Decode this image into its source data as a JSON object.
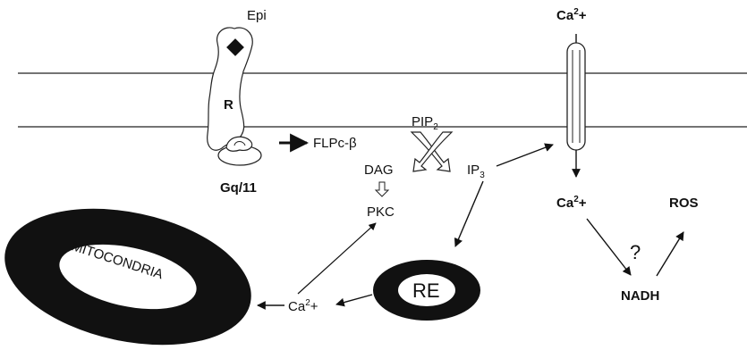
{
  "labels": {
    "epi": "Epi",
    "receptor": "R",
    "g_protein": "Gq/11",
    "flpc": "FLPc-β",
    "pip": "PIP",
    "pip_sub": "2",
    "dag": "DAG",
    "ip": "IP",
    "ip_sub": "3",
    "pkc": "PKC",
    "ca_top_base": "Ca",
    "ca_top_sup": "2",
    "ca_top_tail": "+",
    "ca_mid_base": "Ca",
    "ca_mid_sup": "2",
    "ca_mid_tail": "+",
    "ca_low_base": "Ca",
    "ca_low_sup": "2",
    "ca_low_tail": "+",
    "ros": "ROS",
    "question": "?",
    "nadh": "NADH",
    "re": "RE",
    "mitochondria": "MITOCONDRIA"
  }
}
